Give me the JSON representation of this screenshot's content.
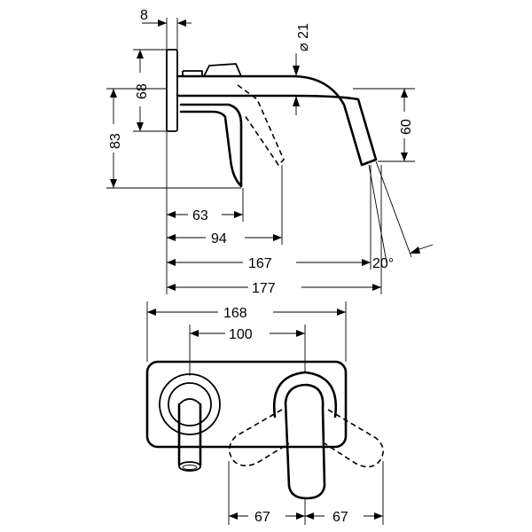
{
  "side_view": {
    "dims": {
      "flange_thickness": "8",
      "outlet_diameter": "⌀ 21",
      "height_upper": "68",
      "height_total": "83",
      "spout_drop": "60",
      "len_63": "63",
      "len_94": "94",
      "len_167": "167",
      "len_177": "177",
      "angle": "20°"
    }
  },
  "front_view": {
    "dims": {
      "plate_width": "168",
      "center_distance": "100",
      "swing_left": "67",
      "swing_right": "67"
    }
  }
}
